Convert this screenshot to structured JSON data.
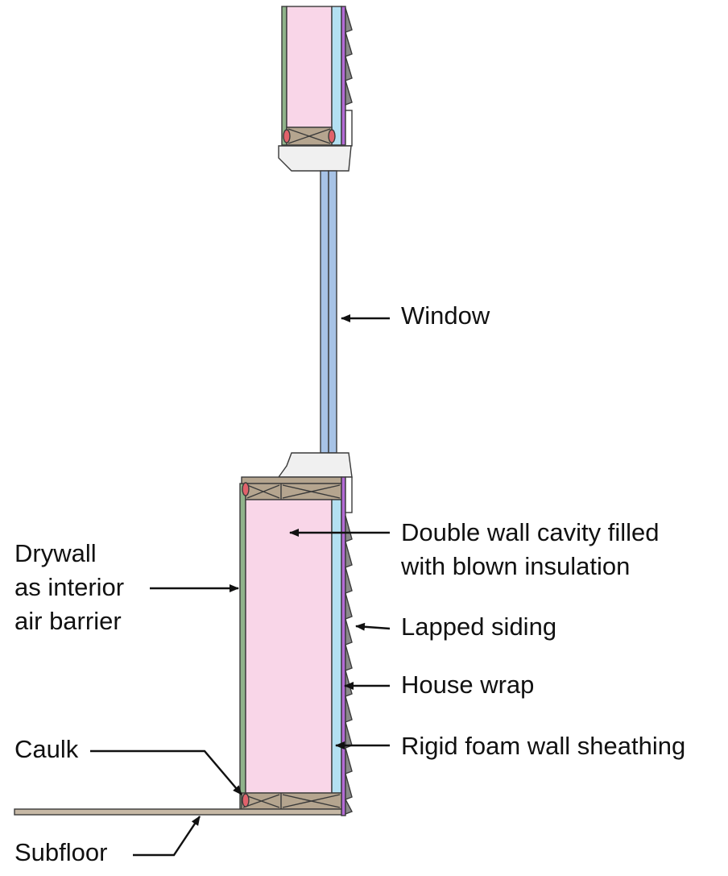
{
  "labels": {
    "window": "Window",
    "cavity_line1": "Double wall cavity filled",
    "cavity_line2": "with blown insulation",
    "drywall_line1": "Drywall",
    "drywall_line2": "as interior",
    "drywall_line3": "air barrier",
    "lapped_siding": "Lapped siding",
    "house_wrap": "House wrap",
    "rigid_foam": "Rigid foam wall sheathing",
    "caulk": "Caulk",
    "subfloor": "Subfloor"
  },
  "colors": {
    "insulation": "#f9d6e8",
    "drywall": "#8fb38a",
    "rigid_foam": "#b3e0f2",
    "house_wrap": "#b36ad6",
    "lumber": "#b5a58f",
    "caulk": "#e0626b",
    "glass": "#a7c3e6",
    "siding": "#8a8a8a",
    "sill": "#f0f0f0"
  }
}
